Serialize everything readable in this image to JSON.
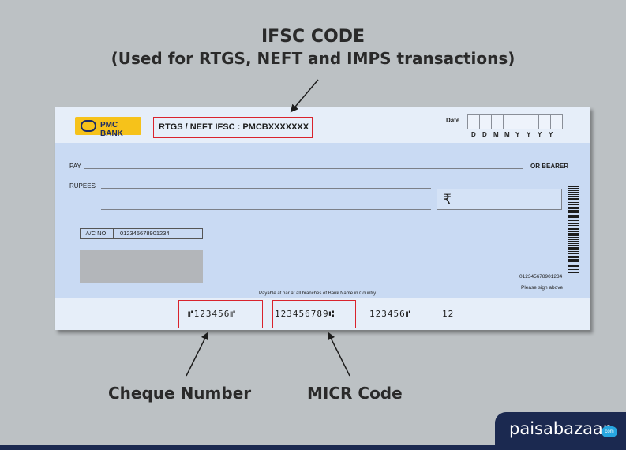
{
  "header": {
    "title": "IFSC CODE",
    "subtitle": "(Used for RTGS, NEFT and IMPS transactions)"
  },
  "cheque": {
    "bank_name": "PMC BANK",
    "ifsc_text": "RTGS / NEFT IFSC : PMCBXXXXXXX",
    "date_label": "Date",
    "date_format": [
      "D",
      "D",
      "M",
      "M",
      "Y",
      "Y",
      "Y",
      "Y"
    ],
    "pay_label": "PAY",
    "or_bearer_label": "OR BEARER",
    "rupees_label": "RUPEES",
    "currency_symbol": "₹",
    "account_label": "A/C NO.",
    "account_number": "012345678901234",
    "barcode_number": "012345678901234",
    "sign_label": "Please sign above",
    "payable_note": "Payable at par at all branches of Bank Name in Country",
    "micr": {
      "cheque_number": "⑈123456⑈",
      "micr_code": "123456789⑆",
      "account_id": "123456⑈",
      "transaction_code": "12"
    }
  },
  "captions": {
    "cheque_number": "Cheque Number",
    "micr_code": "MICR Code"
  },
  "brand": {
    "name": "paisabazaar",
    "suffix": "com"
  },
  "colors": {
    "background": "#bcc1c4",
    "cheque_body": "#c9daf3",
    "cheque_band": "#e6eef9",
    "highlight": "#d9232d",
    "brand_navy": "#1b2950",
    "brand_blue": "#27a6e0",
    "logo_yellow": "#f6c21a"
  }
}
